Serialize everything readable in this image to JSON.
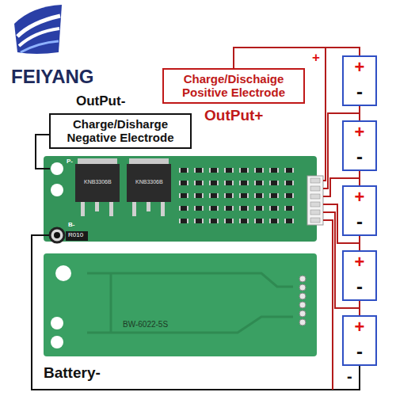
{
  "diagram": {
    "nodes": [
      {
        "text": [
          "Charge/Disharge Negative Electrode"
        ]
      },
      {
        "text": [
          "Charge/Dischaige Positive Electrode"
        ]
      },
      {
        "text": [
          "+",
          "-"
        ]
      },
      {
        "text": [
          "+",
          "-"
        ]
      },
      {
        "text": [
          "+",
          "-"
        ]
      },
      {
        "text": [
          "+",
          "-"
        ]
      },
      {
        "text": [
          "+",
          "-"
        ]
      }
    ],
    "edges": [
      {
        "from": 1,
        "to": 2,
        "arrow": "none"
      },
      {
        "from": 2,
        "to": 3,
        "arrow": "none"
      },
      {
        "from": 3,
        "to": 4,
        "arrow": "none"
      },
      {
        "from": 4,
        "to": 5,
        "arrow": "none"
      },
      {
        "from": 5,
        "to": 6,
        "arrow": "none"
      }
    ],
    "labels": [
      "FEIYANG",
      "OutPut-",
      "OutPut+",
      "+",
      "KNB3306B",
      "KNB3306B",
      "P-",
      "B-",
      "R010",
      "BW-6022-5S",
      "Battery-",
      "-"
    ]
  }
}
